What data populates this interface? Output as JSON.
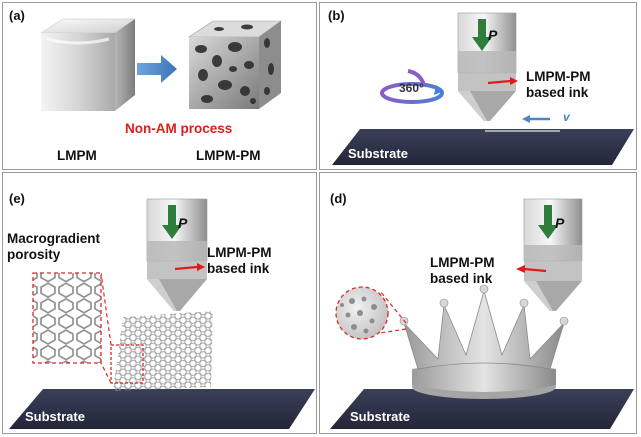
{
  "panels": {
    "a": {
      "label": "(a)",
      "left_name": "LMPM",
      "right_name": "LMPM-PM",
      "process": "Non-AM process"
    },
    "b": {
      "label": "(b)",
      "pressure": "P",
      "rotation": "360°",
      "ink": "LMPM-PM\nbased ink",
      "velocity": "v",
      "substrate": "Substrate"
    },
    "e": {
      "label": "(e)",
      "pressure": "P",
      "porosity": "Macrogradient\nporosity",
      "ink": "LMPM-PM\nbased ink",
      "substrate": "Substrate"
    },
    "d": {
      "label": "(d)",
      "pressure": "P",
      "ink": "LMPM-PM\nbased ink",
      "substrate": "Substrate"
    }
  },
  "colors": {
    "accent_red": "#e01b1b",
    "arrow_blue": "#4a86c8",
    "pressure_green": "#2f7d3a",
    "substrate": "#2f3348"
  }
}
